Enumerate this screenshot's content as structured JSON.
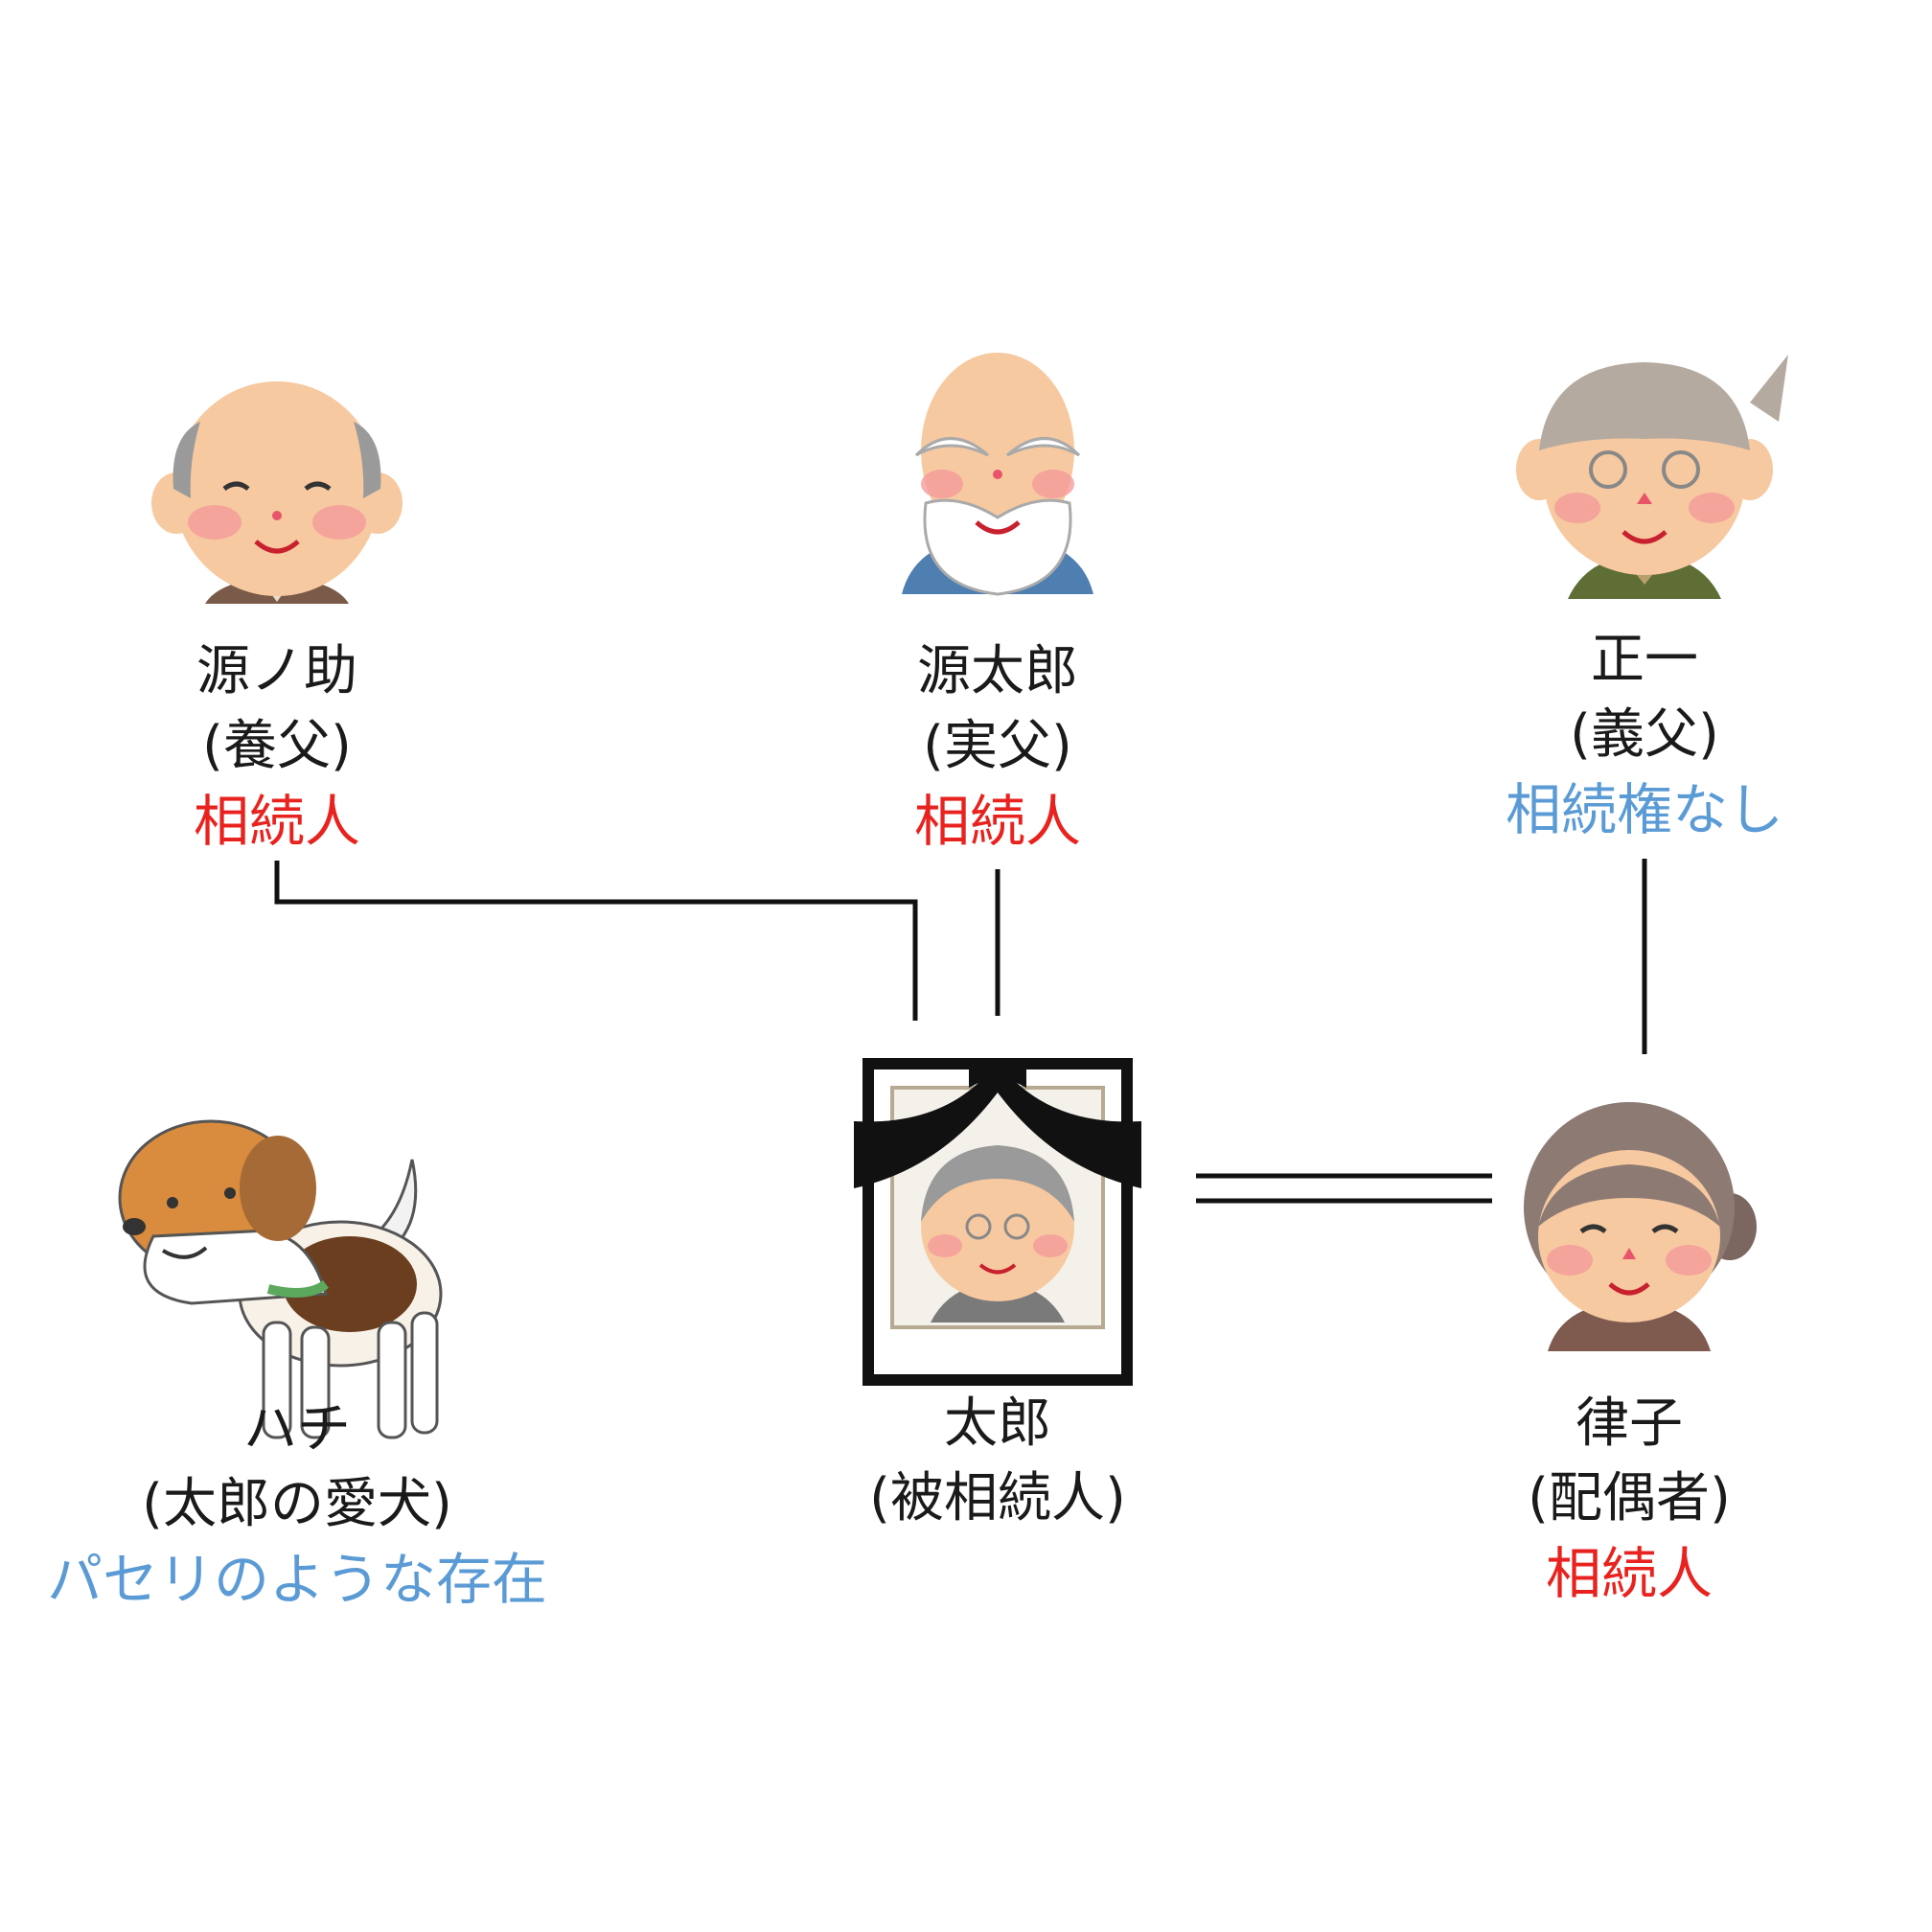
{
  "people": [
    {
      "id": "gennosuke",
      "name": "源ノ助",
      "relation": "(養父)",
      "status": "相続人",
      "status_kind": "heir",
      "icon": "elderly-man-bald-icon"
    },
    {
      "id": "gentaro",
      "name": "源太郎",
      "relation": "(実父)",
      "status": "相続人",
      "status_kind": "heir",
      "icon": "elderly-man-white-beard-icon"
    },
    {
      "id": "shoichi",
      "name": "正一",
      "relation": "(義父)",
      "status": "相続権なし",
      "status_kind": "none",
      "icon": "elderly-man-headband-icon"
    },
    {
      "id": "hachi",
      "name": "ハチ",
      "relation": "(太郎の愛犬)",
      "status": "パセリのような存在",
      "status_kind": "none",
      "icon": "beagle-dog-icon"
    },
    {
      "id": "taro",
      "name": "太郎",
      "relation": "(被相続人)",
      "status": "",
      "status_kind": "",
      "icon": "memorial-portrait-icon"
    },
    {
      "id": "ritsuko",
      "name": "律子",
      "relation": "(配偶者)",
      "status": "相続人",
      "status_kind": "heir",
      "icon": "elderly-woman-icon"
    }
  ],
  "colors": {
    "heir": "#e8231f",
    "no_right": "#5b9bd5",
    "text": "#1a1a1a",
    "line": "#111111"
  }
}
